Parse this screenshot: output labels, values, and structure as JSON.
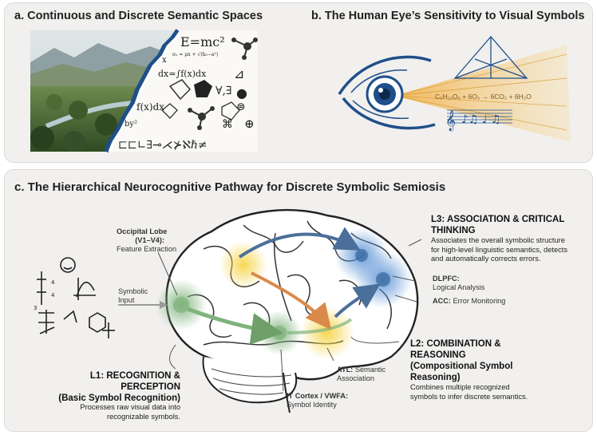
{
  "panel_a": {
    "title": "a. Continuous and Discrete Semantic Spaces",
    "formulas": {
      "emc2": "E=mc²",
      "integral": "dx=∫f(x)dx",
      "fx": "f(x)dx",
      "forall": "∀,∃",
      "symbols_row": "⊏⊏∟∃⊸⋌⊁ℵℏ≠"
    }
  },
  "panel_b": {
    "title": "b. The Human Eye’s Sensitivity to Visual Symbols",
    "equation": "C₆H₁₂O₆ + 6O₂ → 6CO₂ + 6H₂O"
  },
  "panel_c": {
    "title": "c. The Hierarchical Neurocognitive Pathway for Discrete Symbolic Semiosis",
    "occipital": {
      "name": "Occipital Lobe",
      "sub": "(V1–V4):",
      "desc": "Feature Extraction"
    },
    "symbolic_input": [
      "Symbolic",
      "Input"
    ],
    "l3": {
      "title": [
        "L3: ASSOCIATION & CRITICAL",
        "THINKING"
      ],
      "desc": [
        "Associates the overall symbolic structure",
        "for high-level linguistic semantics, detects",
        "and automatically corrects errors."
      ]
    },
    "dlpfc": {
      "name": "DLPFC:",
      "desc": "Logical Analysis"
    },
    "acc": {
      "name": "ACC:",
      "desc": "Error Monitoring"
    },
    "l2": {
      "title": [
        "L2: COMBINATION &",
        "REASONING",
        "(Compositional Symbol",
        "Reasoning)"
      ],
      "desc": [
        "Combines multiple recognized",
        "symbols to infer discrete semantics."
      ]
    },
    "atl": {
      "name": "ATL:",
      "desc1": "Semantic",
      "desc2": "Association"
    },
    "it": {
      "name": "IT Cortex / VWFA:",
      "desc": "Symbol Identity"
    },
    "l1": {
      "title": [
        "L1: RECOGNITION &",
        "PERCEPTION",
        "(Basic Symbol Recognition)"
      ],
      "desc": [
        "Processes raw visual data into",
        "recognizable symbols."
      ]
    }
  },
  "colors": {
    "l1_green": "#7fb37c",
    "l2_yellow": "#f2cc3a",
    "l3_blue": "#5b93d6",
    "arrow_orange": "#d98a4a",
    "arrow_blue": "#4a6f9a",
    "panel_bg": "#f1f0ee"
  }
}
